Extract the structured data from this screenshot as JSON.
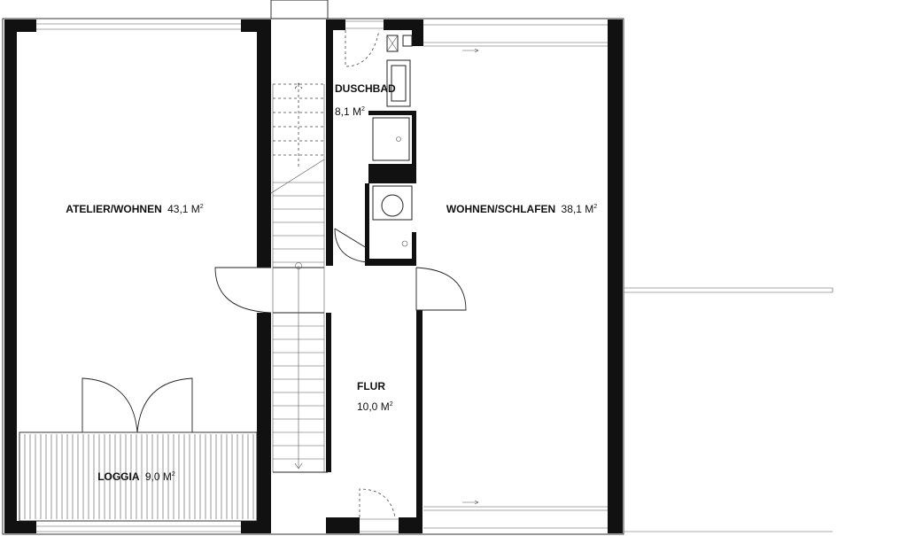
{
  "rooms": {
    "atelier": {
      "name": "ATELIER/WOHNEN",
      "area": "43,1 M",
      "unit_sup": "2"
    },
    "duschbad": {
      "name": "DUSCHBAD",
      "area": "8,1 M",
      "unit_sup": "2"
    },
    "wohnen_schlafen": {
      "name": "WOHNEN/SCHLAFEN",
      "area": "38,1 M",
      "unit_sup": "2"
    },
    "flur": {
      "name": "FLUR",
      "area": "10,0 M",
      "unit_sup": "2"
    },
    "loggia": {
      "name": "LOGGIA",
      "area": "9,0 M",
      "unit_sup": "2"
    }
  },
  "colors": {
    "wall": "#111111",
    "line": "#222222",
    "background": "#ffffff"
  }
}
